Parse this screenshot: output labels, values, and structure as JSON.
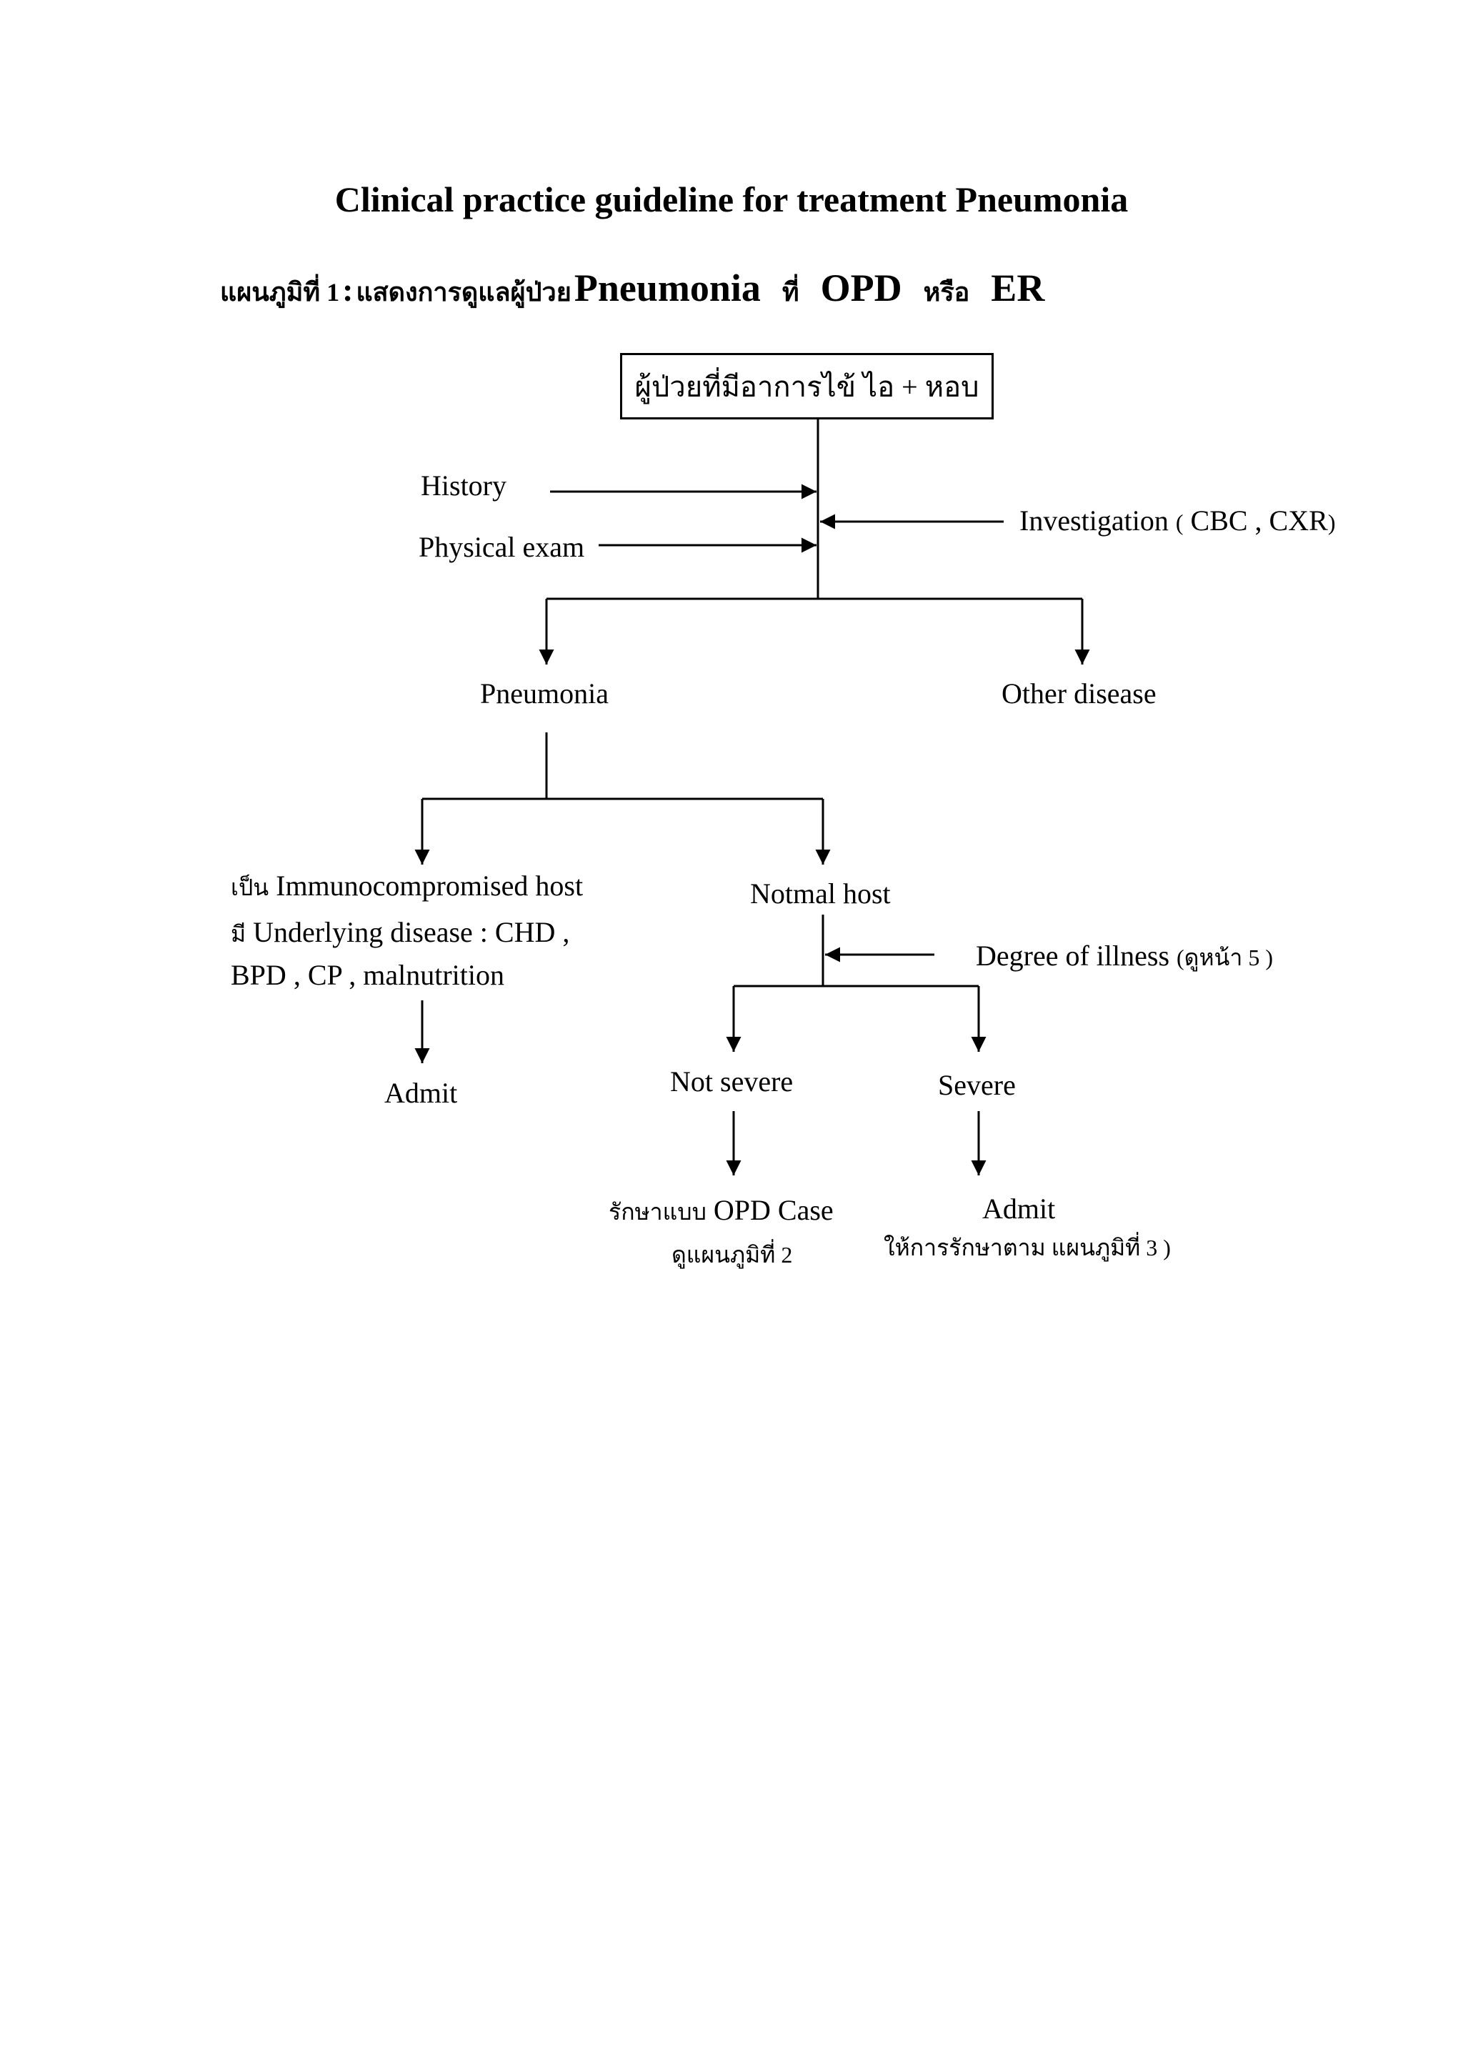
{
  "title": "Clinical practice guideline for treatment Pneumonia",
  "subtitle": {
    "prefix": "แผนภูมิที่ 1",
    "colon": ":",
    "desc": "แสดงการดูแลผู้ป่วย",
    "disease": "Pneumonia",
    "at": "ที่",
    "opd": "OPD",
    "or": "หรือ",
    "er": "ER"
  },
  "flowchart": {
    "start": "ผู้ป่วยที่มีอาการไข้  ไอ  +  หอบ",
    "history": "History",
    "physical_exam": "Physical exam",
    "investigation": {
      "label": "Investigation",
      "detail_open": "(",
      "detail": " CBC , CXR",
      "detail_close": ")"
    },
    "pneumonia": "Pneumonia",
    "other_disease": "Other disease",
    "immuno": {
      "line1_prefix": "เป็น",
      "line1": "Immunocompromised  host",
      "line2_prefix": "มี",
      "line2": "Underlying disease : CHD ,",
      "line3": "BPD , CP , malnutrition"
    },
    "normal_host": "Notmal host",
    "degree": {
      "label": "Degree of illness",
      "note": "(ดูหน้า 5 )"
    },
    "admit_left": "Admit",
    "not_severe": "Not severe",
    "severe": "Severe",
    "opd_case": {
      "prefix": "รักษาแบบ",
      "label": "OPD  Case",
      "note": "ดูแผนภูมิที่  2"
    },
    "admit_severe": {
      "label": "Admit",
      "note": "ให้การรักษาตาม  แผนภูมิที่  3 )"
    }
  }
}
